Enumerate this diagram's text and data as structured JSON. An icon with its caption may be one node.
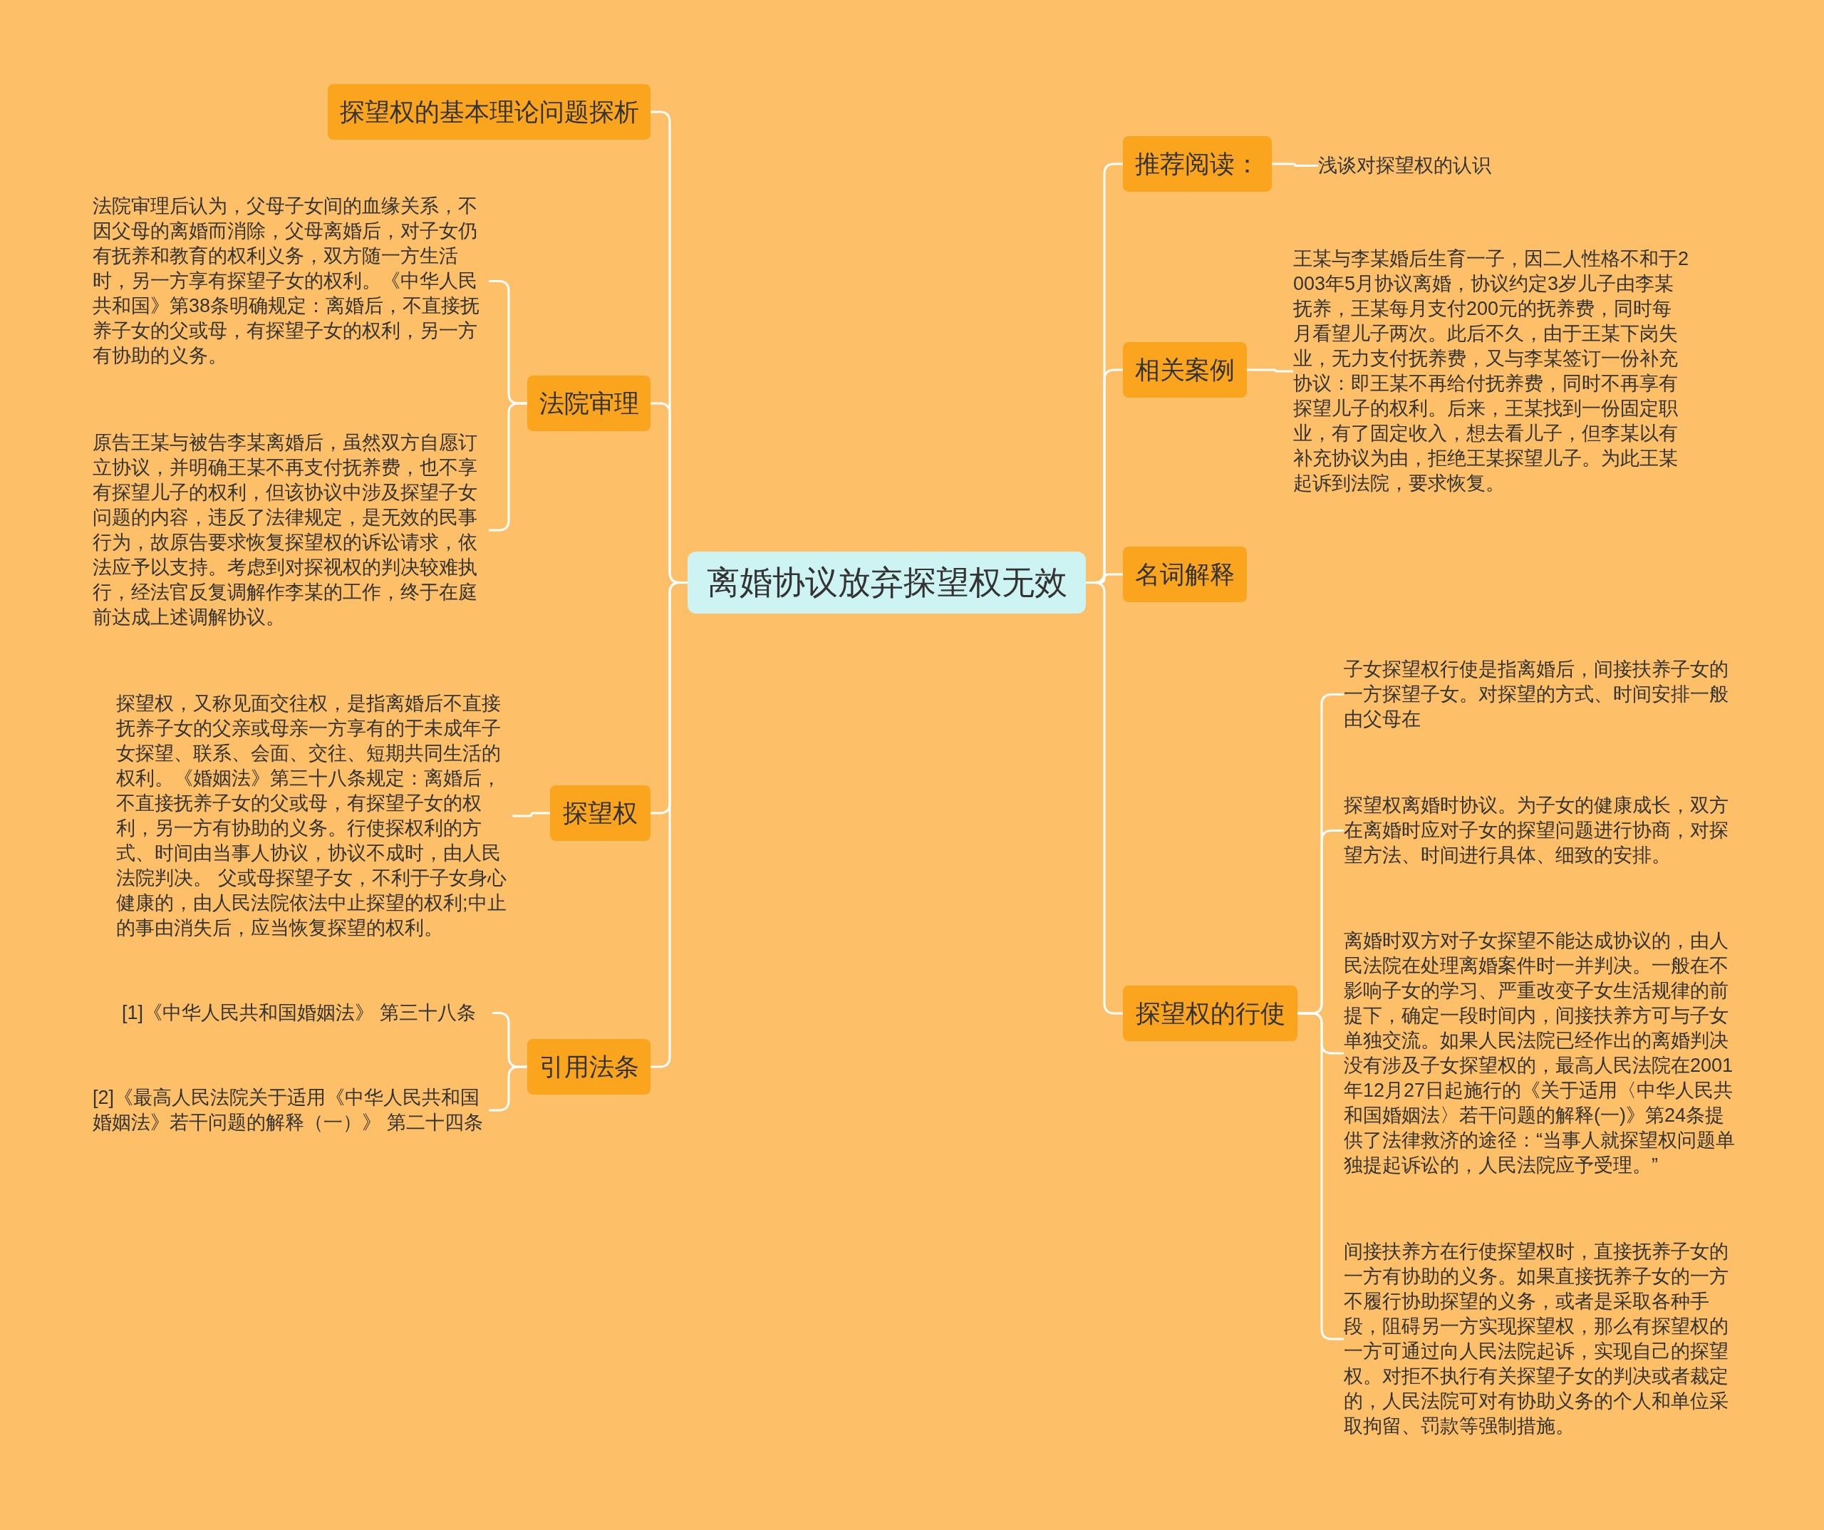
{
  "diagram": {
    "nodes": [
      {
        "text": [
          "离婚协议放弃探望权无效"
        ]
      },
      {
        "text": [
          "探望权的基本理论问题探析"
        ]
      },
      {
        "text": [
          "法院审理"
        ]
      },
      {
        "text": [
          "法院审理后认为，父母子女间的血缘关系，不因父母的离婚而消除，父母离婚后，对子女仍有抚养和教育的权利义务，双方随一方生活时，另一方享有探望子女的权利。《中华人民共和国》第38条明确规定：离婚后，不直接抚养子女的父或母，有探望子女的权利，另一方有协助的义务。"
        ]
      },
      {
        "text": [
          "原告王某与被告李某离婚后，虽然双方自愿订立协议，并明确王某不再支付抚养费，也不享有探望儿子的权利，但该协议中涉及探望子女问题的内容，违反了法律规定，是无效的民事行为，故原告要求恢复探望权的诉讼请求，依法应予以支持。考虑到对探视权的判决较难执行，经法官反复调解作李某的工作，终于在庭前达成上述调解协议。"
        ]
      },
      {
        "text": [
          "探望权"
        ]
      },
      {
        "text": [
          "探望权，又称见面交往权，是指离婚后不直接抚养子女的父亲或母亲一方享有的于未成年子女探望、联系、会面、交往、短期共同生活的权利。《婚姻法》第三十八条规定：离婚后，不直接抚养子女的父或母，有探望子女的权利，另一方有协助的义务。行使探权利的方式、时间由当事人协议，协议不成时，由人民法院判决。 父或母探望子女，不利于子女身心健康的，由人民法院依法中止探望的权利;中止的事由消失后，应当恢复探望的权利。"
        ]
      },
      {
        "text": [
          "引用法条"
        ]
      },
      {
        "text": [
          "[1]《中华人民共和国婚姻法》 第三十八条"
        ]
      },
      {
        "text": [
          "[2]《最高人民法院关于适用《中华人民共和国婚姻法》若干问题的解释（一）》 第二十四条"
        ]
      },
      {
        "text": [
          "推荐阅读："
        ]
      },
      {
        "text": [
          "浅谈对探望权的认识"
        ]
      },
      {
        "text": [
          "相关案例"
        ]
      },
      {
        "text": [
          "王某与李某婚后生育一子，因二人性格不和于2003年5月协议离婚，协议约定3岁儿子由李某抚养，王某每月支付200元的抚养费，同时每月看望儿子两次。此后不久，由于王某下岗失业，无力支付抚养费，又与李某签订一份补充协议：即王某不再给付抚养费，同时不再享有探望儿子的权利。后来，王某找到一份固定职业，有了固定收入，想去看儿子，但李某以有补充协议为由，拒绝王某探望儿子。为此王某起诉到法院，要求恢复。"
        ]
      },
      {
        "text": [
          "名词解释"
        ]
      },
      {
        "text": [
          "探望权的行使"
        ]
      },
      {
        "text": [
          "子女探望权行使是指离婚后，间接扶养子女的一方探望子女。对探望的方式、时间安排一般由父母在"
        ]
      },
      {
        "text": [
          "探望权离婚时协议。为子女的健康成长，双方在离婚时应对子女的探望问题进行协商，对探望方法、时间进行具体、细致的安排。"
        ]
      },
      {
        "text": [
          "离婚时双方对子女探望不能达成协议的，由人民法院在处理离婚案件时一并判决。一般在不影响子女的学习、严重改变子女生活规律的前提下，确定一段时间内，间接扶养方可与子女单独交流。如果人民法院已经作出的离婚判决没有涉及子女探望权的，最高人民法院在2001年12月27日起施行的《关于适用〈中华人民共和国婚姻法〉若干问题的解释(一)》第24条提供了法律救济的途径：“当事人就探望权问题单独提起诉讼的，人民法院应予受理。”"
        ]
      },
      {
        "text": [
          "间接扶养方在行使探望权时，直接抚养子女的一方有协助的义务。如果直接抚养子女的一方不履行协助探望的义务，或者是采取各种手段，阻碍另一方实现探望权，那么有探望权的一方可通过向人民法院起诉，实现自己的探望权。对拒不执行有关探望子女的判决或者裁定的，人民法院可对有协助义务的个人和单位采取拘留、罚款等强制措施。"
        ]
      }
    ],
    "edges": [
      {
        "from": 0,
        "to": 1,
        "arrow": "none"
      },
      {
        "from": 0,
        "to": 2,
        "arrow": "none"
      },
      {
        "from": 2,
        "to": 3,
        "arrow": "none"
      },
      {
        "from": 2,
        "to": 4,
        "arrow": "none"
      },
      {
        "from": 0,
        "to": 5,
        "arrow": "none"
      },
      {
        "from": 5,
        "to": 6,
        "arrow": "none"
      },
      {
        "from": 0,
        "to": 7,
        "arrow": "none"
      },
      {
        "from": 7,
        "to": 8,
        "arrow": "none"
      },
      {
        "from": 7,
        "to": 9,
        "arrow": "none"
      },
      {
        "from": 0,
        "to": 10,
        "arrow": "none"
      },
      {
        "from": 10,
        "to": 11,
        "arrow": "none"
      },
      {
        "from": 0,
        "to": 12,
        "arrow": "none"
      },
      {
        "from": 12,
        "to": 13,
        "arrow": "none"
      },
      {
        "from": 0,
        "to": 14,
        "arrow": "none"
      },
      {
        "from": 0,
        "to": 15,
        "arrow": "none"
      },
      {
        "from": 15,
        "to": 16,
        "arrow": "none"
      },
      {
        "from": 15,
        "to": 17,
        "arrow": "none"
      },
      {
        "from": 15,
        "to": 18,
        "arrow": "none"
      },
      {
        "from": 15,
        "to": 19,
        "arrow": "none"
      }
    ]
  }
}
